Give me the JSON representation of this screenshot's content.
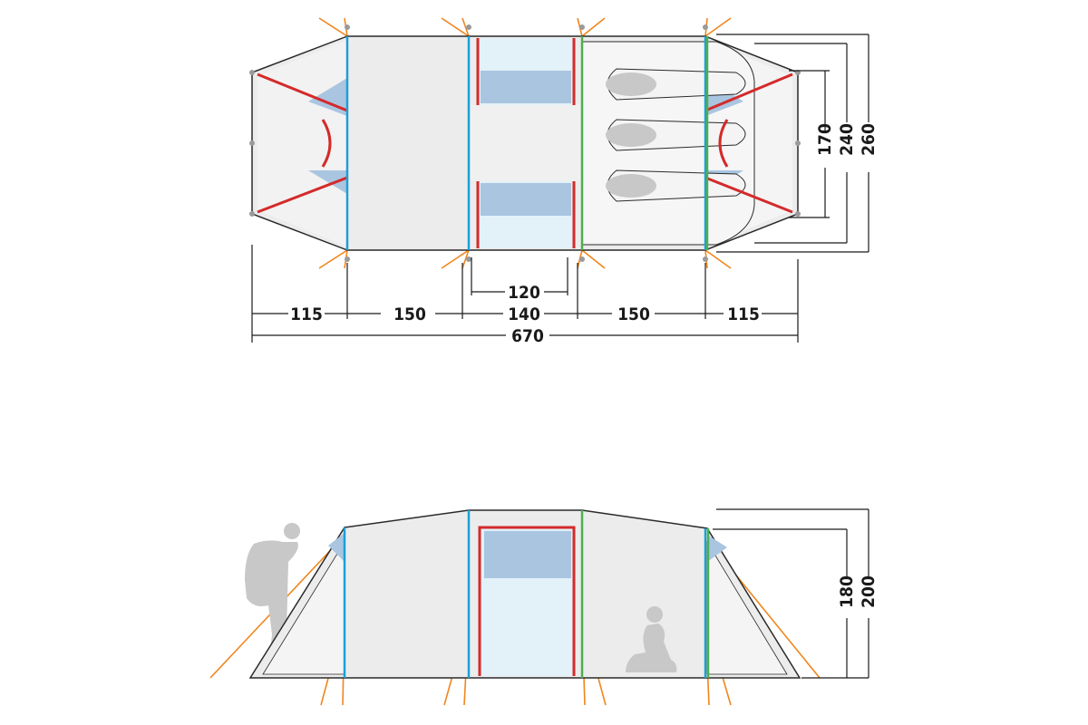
{
  "top_view": {
    "bottom_dimensions": [
      "115",
      "150",
      "140",
      "150",
      "115"
    ],
    "window_width": "120",
    "total_length": "670",
    "right_dimensions": [
      "170",
      "240",
      "260"
    ]
  },
  "side_view": {
    "right_dimensions": [
      "180",
      "200"
    ]
  },
  "colors": {
    "outline": "#2a2a2a",
    "fabric": "#ececec",
    "fabric_light": "#f4f4f4",
    "window": "#a9c5e0",
    "window_pale": "#e3f1f8",
    "pole_blue": "#1aa0d8",
    "pole_green": "#4caf50",
    "pole_red": "#d42a2a",
    "guyline": "#f0861e",
    "figure_gray": "#c8c8c8"
  }
}
